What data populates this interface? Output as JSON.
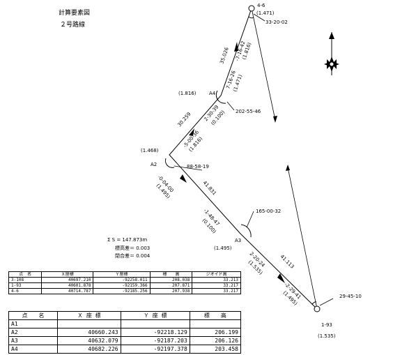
{
  "header": {
    "title": "計算要素図",
    "subtitle": "２号路線"
  },
  "points": {
    "p46": {
      "name": "4-6",
      "elev": "(1.471)"
    },
    "a4": {
      "name": "A4",
      "elev": "(1.816)"
    },
    "a2": {
      "name": "A2",
      "elev": "(1.468)"
    },
    "a3": {
      "name": "A3",
      "elev": "(1.495)"
    },
    "p193": {
      "name": "1-93",
      "elev": "(1.535)"
    }
  },
  "angles": {
    "p46": "33-20-02",
    "a4": "202-55-46",
    "a2": "88-58-19",
    "a3": "165-00-32",
    "p193": "29-45-10"
  },
  "segments": {
    "s1": {
      "dist": "35.026",
      "bearing": "-7-16-42",
      "dh": "(1.816)",
      "bearing_rev": "7-16-26",
      "dh_rev": "(1.471)"
    },
    "s2": {
      "dist": "30.259",
      "bearing": "2-30-39",
      "dh": "(0.100)",
      "bearing_rev": "-5-00-36",
      "dh_rev": "(1.816)"
    },
    "s3": {
      "dist": "41.831",
      "bearing": "-0-04-00",
      "dh": "(1.495)",
      "bearing_rev": "-1-48-47",
      "dh_rev": "(0.100)"
    },
    "s4": {
      "dist": "41.113",
      "bearing": "2-20-24",
      "dh": "(1.535)",
      "bearing_rev": "-2-29-41",
      "dh_rev": "(1.495)"
    }
  },
  "summary": {
    "total": "Σ S = 147.873m",
    "line1": "標高差＝ 0.003",
    "line2": "閉合差＝ 0.004"
  },
  "table1": {
    "headers": [
      "点　名",
      "Ｘ座標",
      "Ｙ座標",
      "標　　高",
      "ジオイド高"
    ],
    "rows": [
      [
        "3-108",
        "40697.210",
        "-92258.011",
        "208.038",
        "33.213"
      ],
      [
        "1-93",
        "40601.878",
        "-92159.366",
        "207.871",
        "33.217"
      ],
      [
        "4-6",
        "40714.787",
        "-92185.256",
        "207.938",
        "33.217"
      ]
    ]
  },
  "table2": {
    "headers": [
      "点　　名",
      "Ｘ 座 標",
      "Ｙ 座 標",
      "標　　高"
    ],
    "rows": [
      [
        "A1",
        "",
        "",
        ""
      ],
      [
        "A2",
        "40660.243",
        "-92218.129",
        "206.199"
      ],
      [
        "A3",
        "40632.079",
        "-92187.203",
        "206.126"
      ],
      [
        "A4",
        "40682.226",
        "-92197.378",
        "203.458"
      ]
    ]
  }
}
